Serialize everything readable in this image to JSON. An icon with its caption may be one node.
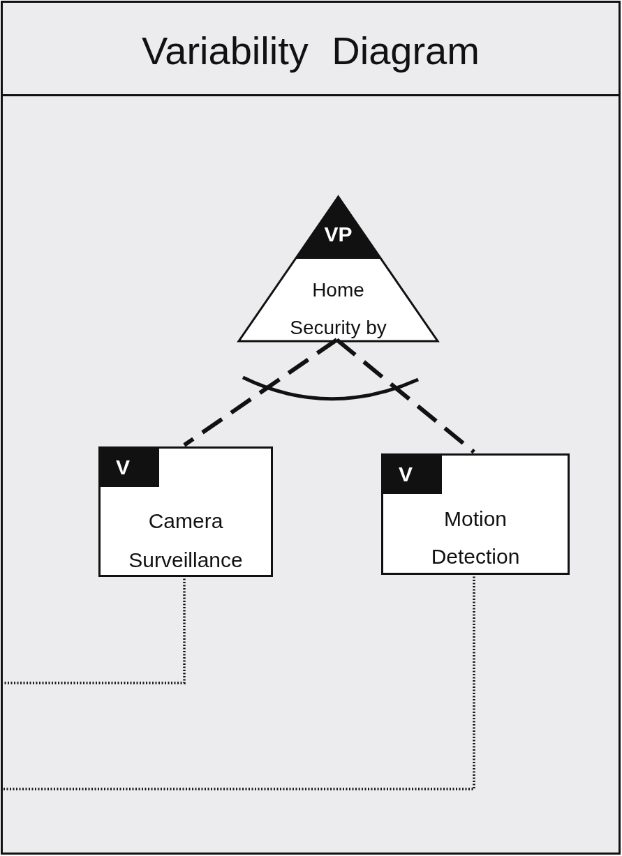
{
  "diagram": {
    "nodes": [
      {
        "text": [
          "Variability Diagram"
        ]
      },
      {
        "text": [
          "VP",
          "Home Security by"
        ],
        "in": 0
      },
      {
        "text": [
          "V",
          "Camera Surveillance"
        ],
        "in": 0
      },
      {
        "text": [
          "V",
          "Motion Detection"
        ],
        "in": 0
      }
    ],
    "edges": [
      {
        "from": 1,
        "to": 2,
        "arrow": "none",
        "style": "dashed"
      },
      {
        "from": 1,
        "to": 3,
        "arrow": "none",
        "style": "dashed"
      },
      {
        "from": 2,
        "to": null,
        "arrow": "none"
      },
      {
        "from": 3,
        "to": null,
        "arrow": "none"
      }
    ]
  }
}
